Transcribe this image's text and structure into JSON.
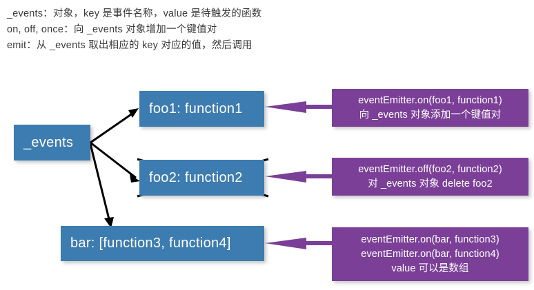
{
  "header": {
    "lines": [
      "_events：对象，key 是事件名称，value 是待触发的函数",
      "on, off, once：向 _events 对象增加一个键值对",
      "emit：从 _events 取出相应的 key 对应的值，然后调用"
    ]
  },
  "colors": {
    "node_blue": "#3d7cb0",
    "note_purple": "#7b3f98",
    "arrow_black": "#000000",
    "text_white": "#ffffff",
    "text_dark": "#3a3a3a",
    "background": "#ffffff"
  },
  "nodes": {
    "root": {
      "label": "_events"
    },
    "foo1": {
      "label": "foo1: function1",
      "struck_out": false
    },
    "foo2": {
      "label": "foo2: function2",
      "struck_out": true
    },
    "bar": {
      "label": "bar: [function3, function4]",
      "struck_out": false
    }
  },
  "annotations": {
    "on": {
      "lines": [
        "eventEmitter.on(foo1, function1)",
        "向 _events 对象添加一个键值对"
      ]
    },
    "off": {
      "lines": [
        "eventEmitter.off(foo2, function2)",
        "对 _events 对象 delete foo2"
      ]
    },
    "array": {
      "lines": [
        "eventEmitter.on(bar, function3)",
        "eventEmitter.on(bar, function4)",
        "value 可以是数组"
      ]
    }
  }
}
